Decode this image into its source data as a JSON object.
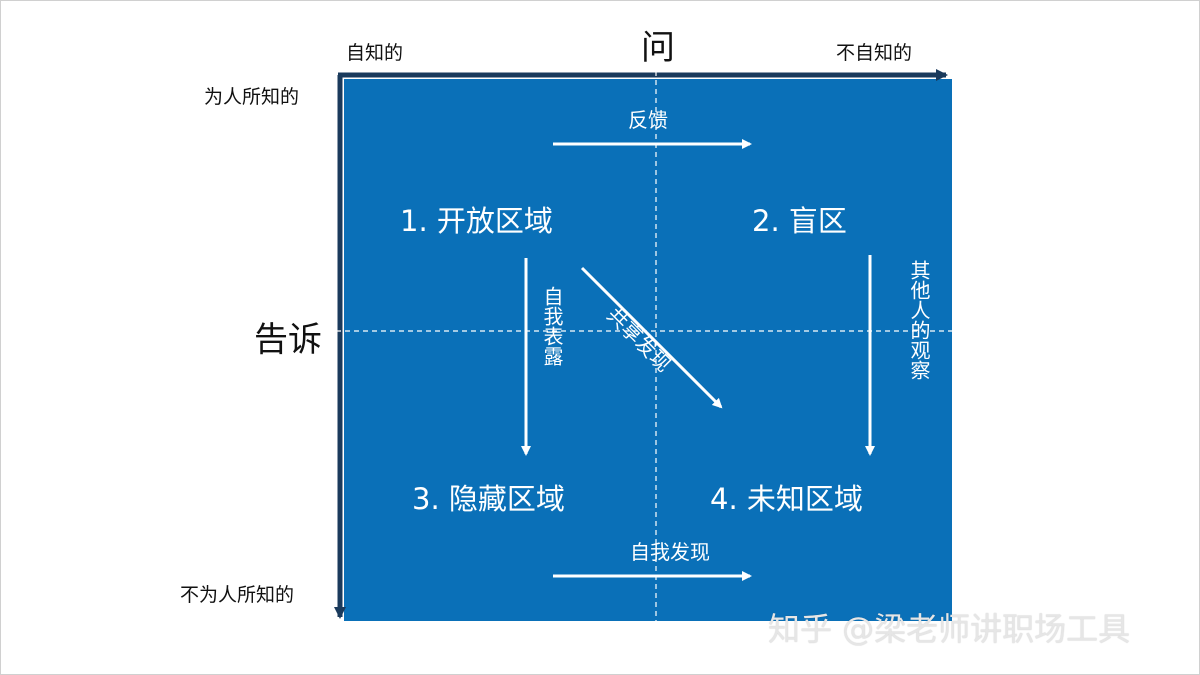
{
  "axes": {
    "top_title": "问",
    "top_left": "自知的",
    "top_right": "不自知的",
    "left_title": "告诉",
    "left_top": "为人所知的",
    "left_bottom": "不为人所知的"
  },
  "quadrants": {
    "q1": "1. 开放区域",
    "q2": "2. 盲区",
    "q3": "3. 隐藏区域",
    "q4": "4. 未知区域"
  },
  "arrows": {
    "feedback": "反馈",
    "self_disclosure": "自我表露",
    "shared_discovery": "共享发现",
    "others_observation": "其他人的观察",
    "self_discovery": "自我发现"
  },
  "watermark": "知乎 @梁老师讲职场工具",
  "colors": {
    "board": "#0a70b8",
    "axis": "#1a3a5c",
    "text_on_board": "#ffffff"
  }
}
